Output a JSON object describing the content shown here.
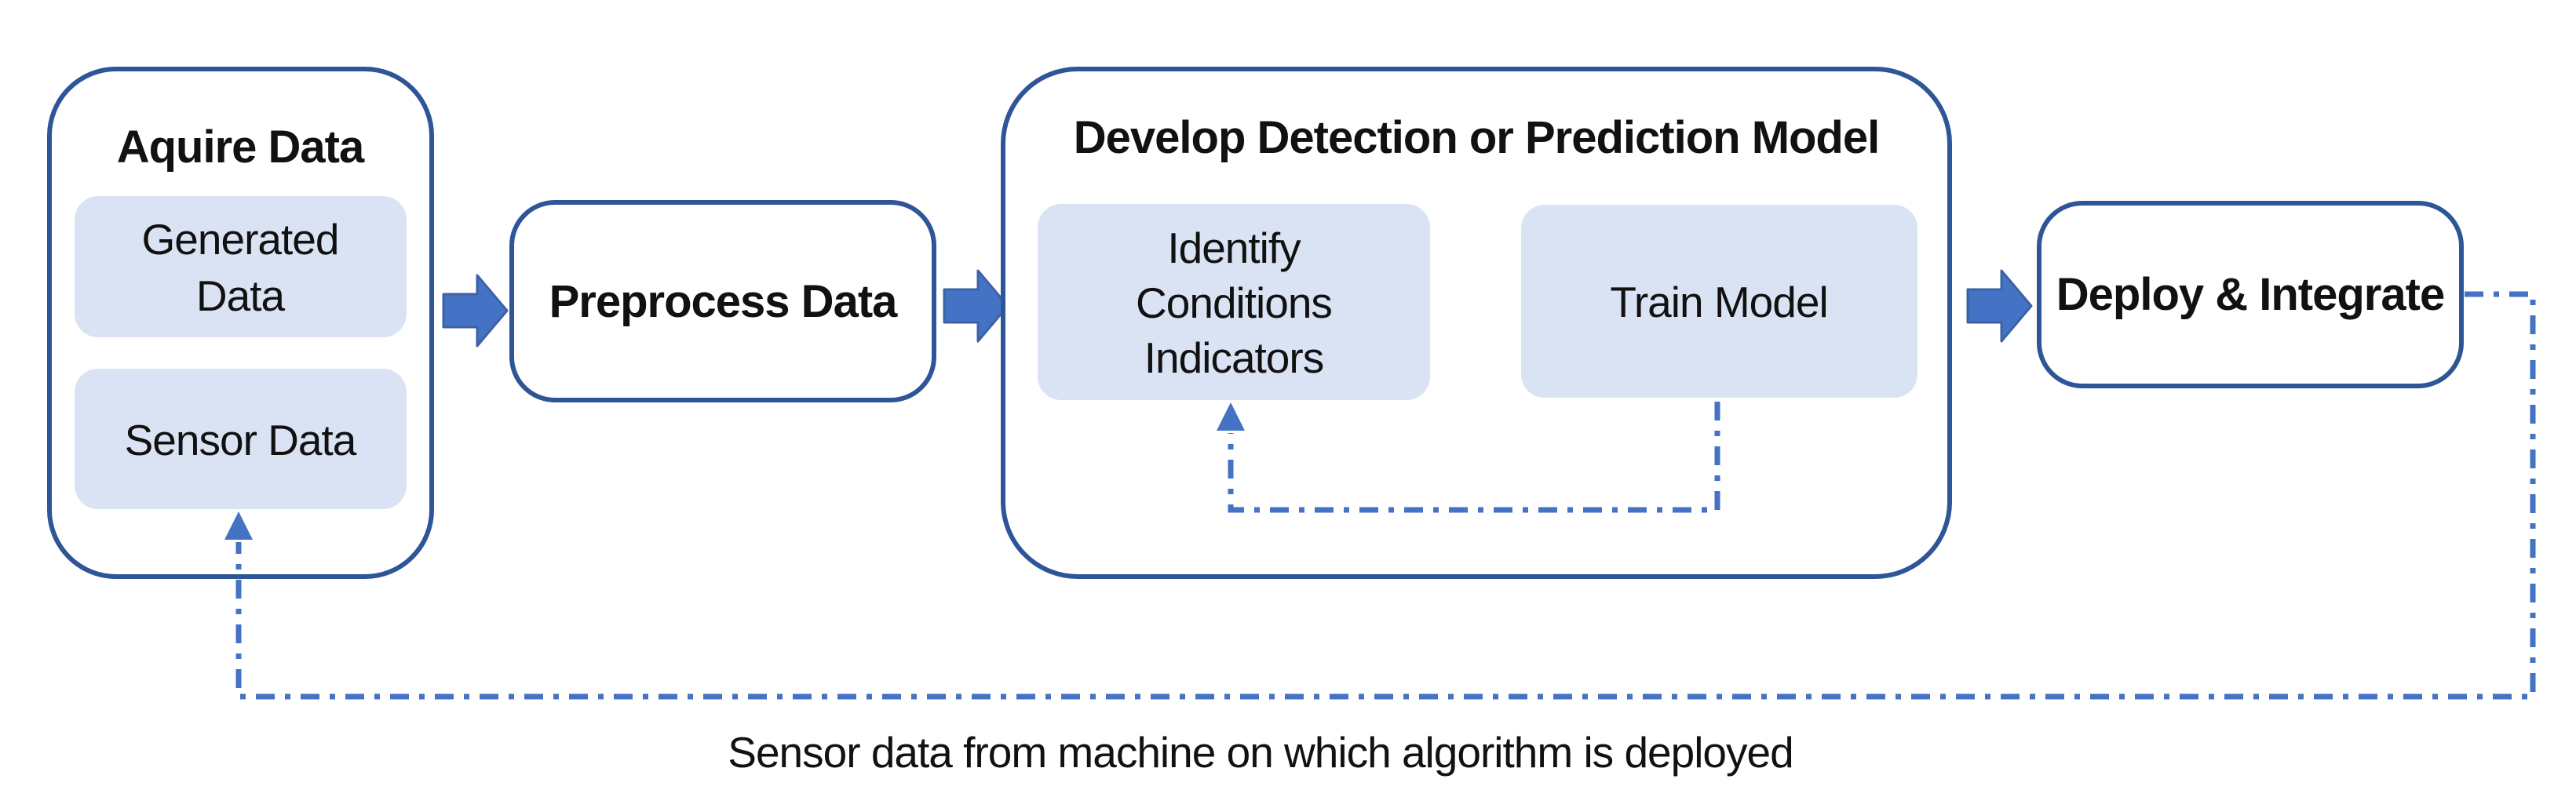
{
  "colors": {
    "box_border": "#2e5597",
    "block_arrow_fill": "#4472c4",
    "block_arrow_edge": "#3c62a5",
    "dashed_line": "#4472c4",
    "subnode_fill": "#dae3f3",
    "text": "#111111",
    "background": "#ffffff"
  },
  "labels": {
    "acquire_title": "Aquire Data",
    "generated_line1": "Generated",
    "generated_line2": "Data",
    "sensor": "Sensor Data",
    "preprocess": "Preprocess Data",
    "develop_title": "Develop Detection or Prediction Model",
    "identify_line1": "Identify",
    "identify_line2": "Conditions",
    "identify_line3": "Indicators",
    "train": "Train Model",
    "deploy": "Deploy & Integrate",
    "caption": "Sensor data from machine on which algorithm is deployed"
  },
  "stages": [
    {
      "title": "Aquire Data",
      "children": [
        "Generated Data",
        "Sensor Data"
      ]
    },
    {
      "title": "Preprocess Data",
      "children": []
    },
    {
      "title": "Develop Detection or Prediction Model",
      "children": [
        "Identify Conditions Indicators",
        "Train Model"
      ]
    },
    {
      "title": "Deploy & Integrate",
      "children": []
    }
  ],
  "connections": {
    "solid_arrows": [
      "Aquire Data -> Preprocess Data",
      "Preprocess Data -> Develop Detection or Prediction Model",
      "Develop Detection or Prediction Model -> Deploy & Integrate"
    ],
    "dashed_feedback": [
      "Train Model -> Identify Conditions Indicators",
      "Deploy & Integrate -> Sensor Data"
    ]
  }
}
